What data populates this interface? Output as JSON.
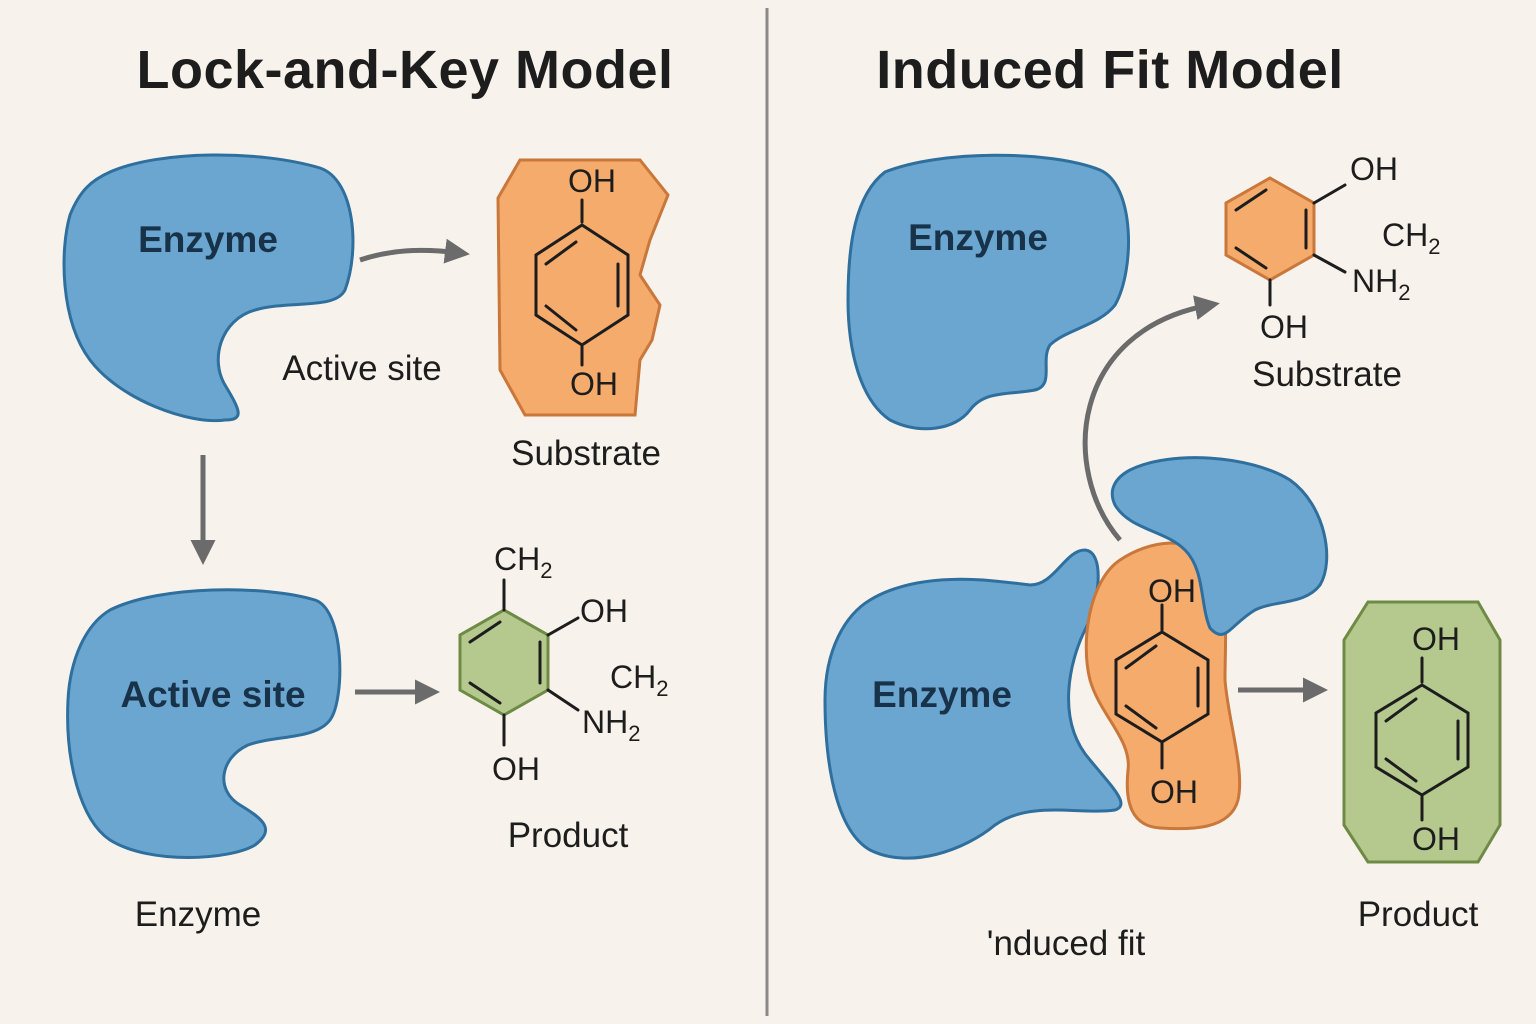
{
  "left_panel": {
    "title": "Lock-and-Key Model",
    "enzyme_label": "Enzyme",
    "active_site_label": "Active site",
    "substrate_label": "Substrate",
    "substrate_top_group": "OH",
    "substrate_bottom_group": "OH",
    "enzyme2_label": "Active site",
    "enzyme2_caption": "Enzyme",
    "product_label": "Product",
    "product_groups": {
      "ch2_top": "CH",
      "ch2_top_sub": "2",
      "oh_right": "OH",
      "ch2_right": "CH",
      "ch2_right_sub": "2",
      "nh2": "NH",
      "nh2_sub": "2",
      "oh_bottom": "OH"
    }
  },
  "right_panel": {
    "title": "Induced Fit Model",
    "enzyme_label": "Enzyme",
    "substrate_label": "Substrate",
    "substrate_groups": {
      "oh_top": "OH",
      "ch2": "CH",
      "ch2_sub": "2",
      "nh2": "NH",
      "nh2_sub": "2",
      "oh_bottom": "OH"
    },
    "complex_enzyme_label": "Enzyme",
    "complex_substrate_top": "OH",
    "complex_substrate_bottom": "OH",
    "caption": "'nduced fit",
    "product_label": "Product",
    "product_top_group": "OH",
    "product_bottom_group": "OH"
  },
  "colors": {
    "enzyme": "#6aa6cf",
    "substrate": "#f4ab6c",
    "product": "#b5c98f",
    "arrow": "#6b6b6b"
  }
}
